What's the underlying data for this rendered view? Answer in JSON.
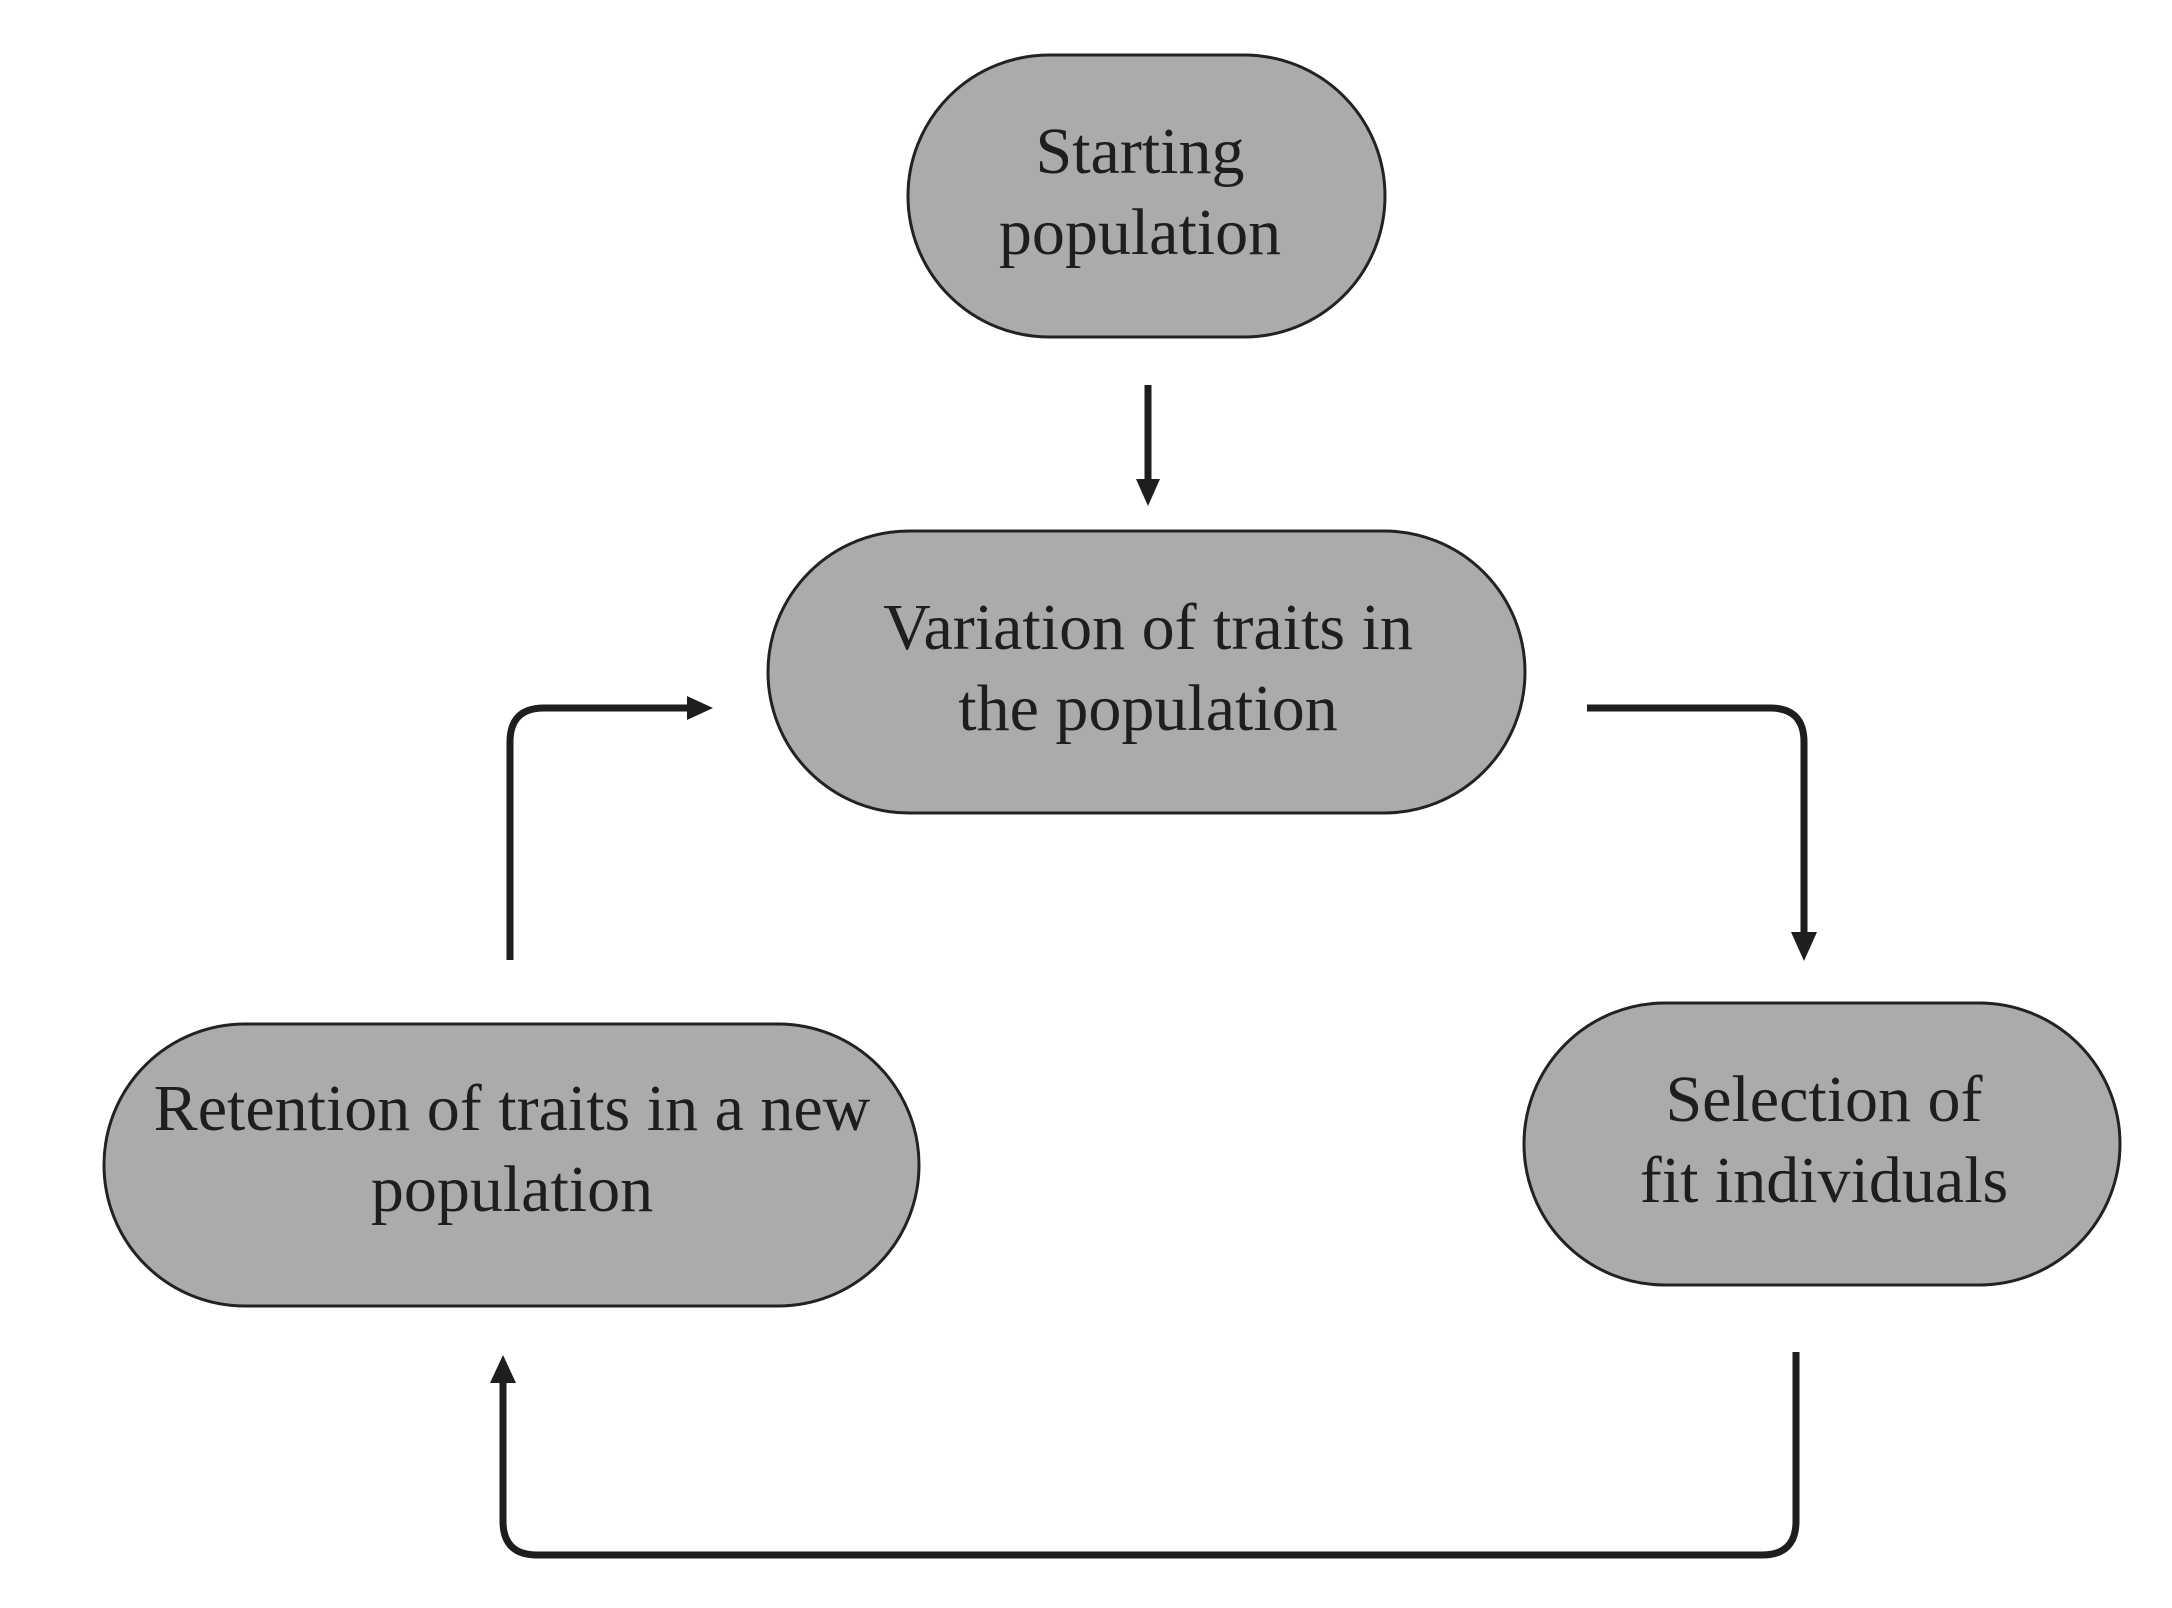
{
  "colors": {
    "node_fill": "#ababab",
    "node_stroke": "#222222",
    "line": "#1e1e1e",
    "text": "#1e1e1e",
    "background": "#ffffff"
  },
  "nodes": {
    "start": {
      "line1": "Starting",
      "line2": "population"
    },
    "variation": {
      "line1": "Variation of traits in",
      "line2": "the population"
    },
    "selection": {
      "line1": "Selection of",
      "line2": "fit individuals"
    },
    "retention": {
      "line1": "Retention of traits in a new",
      "line2": "population"
    }
  },
  "edges": [
    {
      "from": "start",
      "to": "variation"
    },
    {
      "from": "variation",
      "to": "selection"
    },
    {
      "from": "selection",
      "to": "retention"
    },
    {
      "from": "retention",
      "to": "variation"
    }
  ]
}
